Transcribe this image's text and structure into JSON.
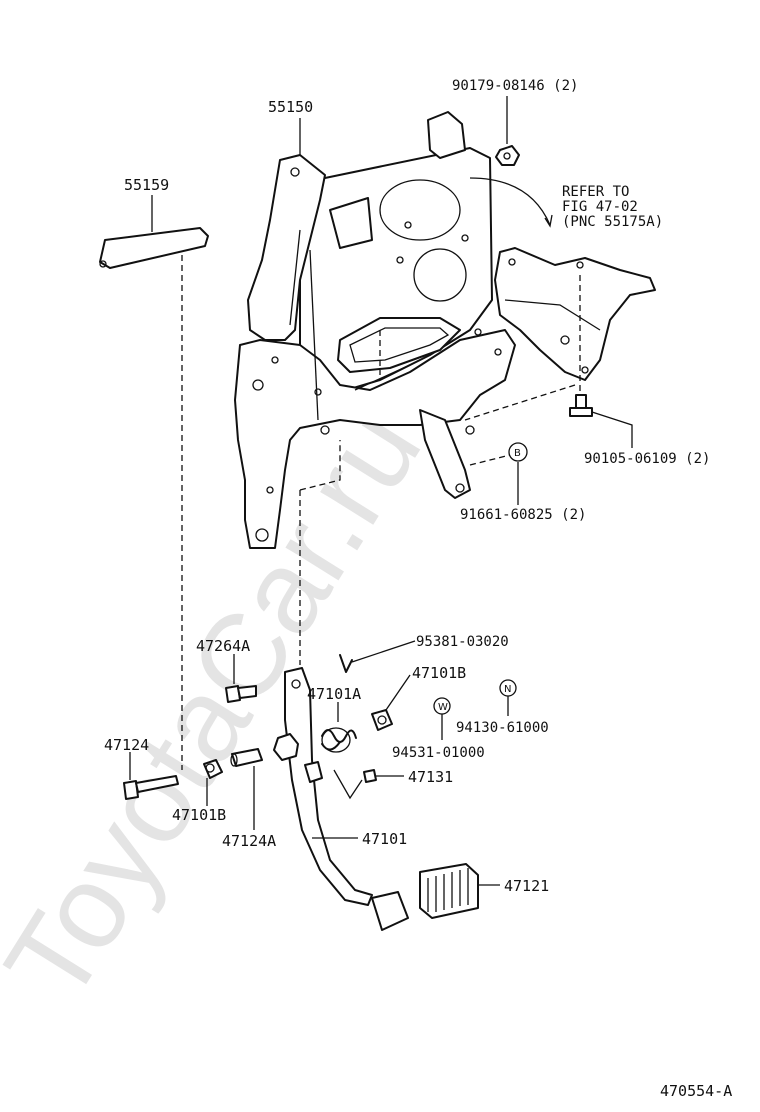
{
  "watermark": "ToyotaCar.ru",
  "diagram_id": "470554-A",
  "refer_note": {
    "line1": "REFER TO",
    "line2": "FIG 47-02",
    "line3": "(PNC 55175A)"
  },
  "labels": {
    "p55150": "55150",
    "p55159": "55159",
    "p90179": "90179-08146 (2)",
    "p90105": "90105-06109 (2)",
    "p91661": "91661-60825 (2)",
    "p95381": "95381-03020",
    "p47264A": "47264A",
    "p47101A": "47101A",
    "p47101B_top": "47101B",
    "p94130": "94130-61000",
    "p94531": "94531-01000",
    "p47124": "47124",
    "p47131": "47131",
    "p47101B_bottom": "47101B",
    "p47124A": "47124A",
    "p47101": "47101",
    "p47121": "47121"
  },
  "markers": {
    "B": "B",
    "N": "N",
    "W": "W"
  }
}
